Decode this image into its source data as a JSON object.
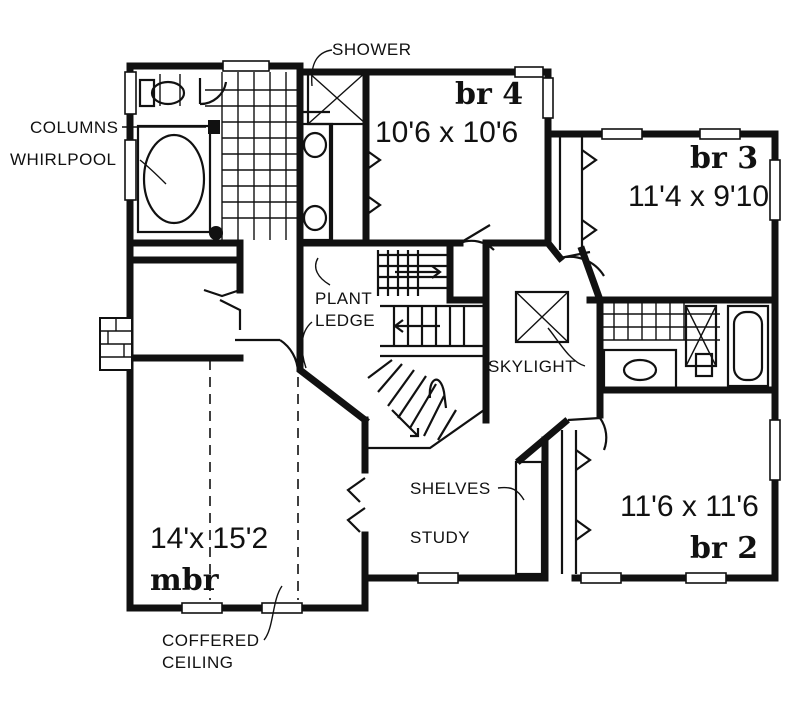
{
  "labels": {
    "shower": "SHOWER",
    "columns": "COLUMNS",
    "whirlpool": "WHIRLPOOL",
    "plant_ledge_1": "PLANT",
    "plant_ledge_2": "LEDGE",
    "skylight": "SKYLIGHT",
    "shelves": "SHELVES",
    "study": "STUDY",
    "coffered_ceiling_1": "COFFERED",
    "coffered_ceiling_2": "CEILING"
  },
  "rooms": {
    "br4": {
      "name": "br 4",
      "dims": "10'6 x 10'6"
    },
    "br3": {
      "name": "br 3",
      "dims": "11'4 x 9'10"
    },
    "br2": {
      "name": "br 2",
      "dims": "11'6 x 11'6"
    },
    "mbr": {
      "name": "mbr",
      "dims": "14'x 15'2"
    }
  }
}
